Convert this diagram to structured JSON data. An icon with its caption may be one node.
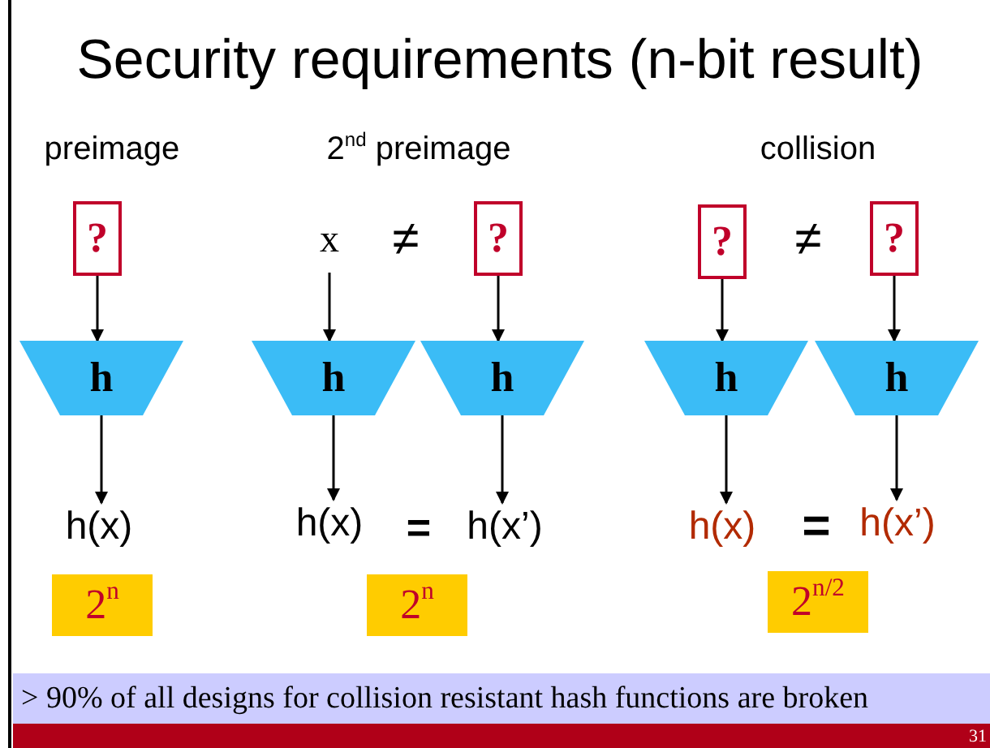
{
  "diagram": {
    "title": "Security requirements (n-bit result)",
    "nodes": [
      {
        "text": [
          "?"
        ]
      },
      {
        "text": [
          "h"
        ]
      },
      {
        "text": [
          "h(x)"
        ]
      },
      {
        "text": [
          "x"
        ]
      },
      {
        "text": [
          "?"
        ]
      },
      {
        "text": [
          "h"
        ]
      },
      {
        "text": [
          "h"
        ]
      },
      {
        "text": [
          "h(x)"
        ]
      },
      {
        "text": [
          "h(x’)"
        ]
      },
      {
        "text": [
          "?"
        ]
      },
      {
        "text": [
          "?"
        ]
      },
      {
        "text": [
          "h"
        ]
      },
      {
        "text": [
          "h"
        ]
      },
      {
        "text": [
          "h(x)"
        ]
      },
      {
        "text": [
          "h(x’)"
        ]
      },
      {
        "text": [
          "2$^{n}$"
        ]
      },
      {
        "text": [
          "2$^{n}$"
        ]
      },
      {
        "text": [
          "2$^{n/2}$"
        ]
      },
      {
        "text": [
          "> 90% of all designs for collision resistant hash functions are broken"
        ]
      },
      {
        "text": [
          "31"
        ]
      }
    ],
    "edges": [
      {
        "from": 0,
        "to": 1,
        "arrow": "to"
      },
      {
        "from": 1,
        "to": 2,
        "arrow": "to"
      },
      {
        "from": 3,
        "to": 5,
        "arrow": "to"
      },
      {
        "from": 4,
        "to": 6,
        "arrow": "to"
      },
      {
        "from": 5,
        "to": 7,
        "arrow": "to"
      },
      {
        "from": 6,
        "to": 8,
        "arrow": "to"
      },
      {
        "from": 9,
        "to": 11,
        "arrow": "to"
      },
      {
        "from": 10,
        "to": 12,
        "arrow": "to"
      },
      {
        "from": 11,
        "to": 13,
        "arrow": "to"
      },
      {
        "from": 12,
        "to": 14,
        "arrow": "to"
      }
    ],
    "labels": [
      "preimage",
      "2$^{nd}$ preimage",
      "collision",
      "≠",
      "=",
      "≠",
      "="
    ]
  }
}
